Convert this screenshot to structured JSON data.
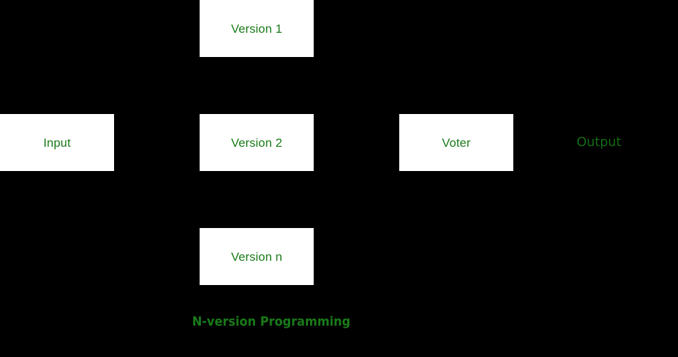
{
  "diagram": {
    "title": "N-version Programming",
    "background_color": "#000000",
    "node_fill_color": "#ffffff",
    "node_text_color": "#1a7a1a",
    "output_text_color": "#136b13",
    "caption_color": "#1a7a1a",
    "connector_color": "#000000",
    "nodes": [
      {
        "id": "version-1",
        "label": "Version 1",
        "shape": "rectangle",
        "filled": true
      },
      {
        "id": "input",
        "label": "Input",
        "shape": "rectangle",
        "filled": true
      },
      {
        "id": "version-2",
        "label": "Version 2",
        "shape": "rectangle",
        "filled": true
      },
      {
        "id": "voter",
        "label": "Voter",
        "shape": "rectangle",
        "filled": true
      },
      {
        "id": "version-n",
        "label": "Version n",
        "shape": "rectangle",
        "filled": true
      },
      {
        "id": "output",
        "label": "Output",
        "shape": "text",
        "filled": false
      }
    ],
    "edges": [
      {
        "from": "input",
        "to": "version-1"
      },
      {
        "from": "input",
        "to": "version-2"
      },
      {
        "from": "input",
        "to": "version-n"
      },
      {
        "from": "version-1",
        "to": "voter"
      },
      {
        "from": "version-2",
        "to": "voter"
      },
      {
        "from": "version-n",
        "to": "voter"
      },
      {
        "from": "voter",
        "to": "output"
      }
    ],
    "caption": "N-version Programming"
  }
}
